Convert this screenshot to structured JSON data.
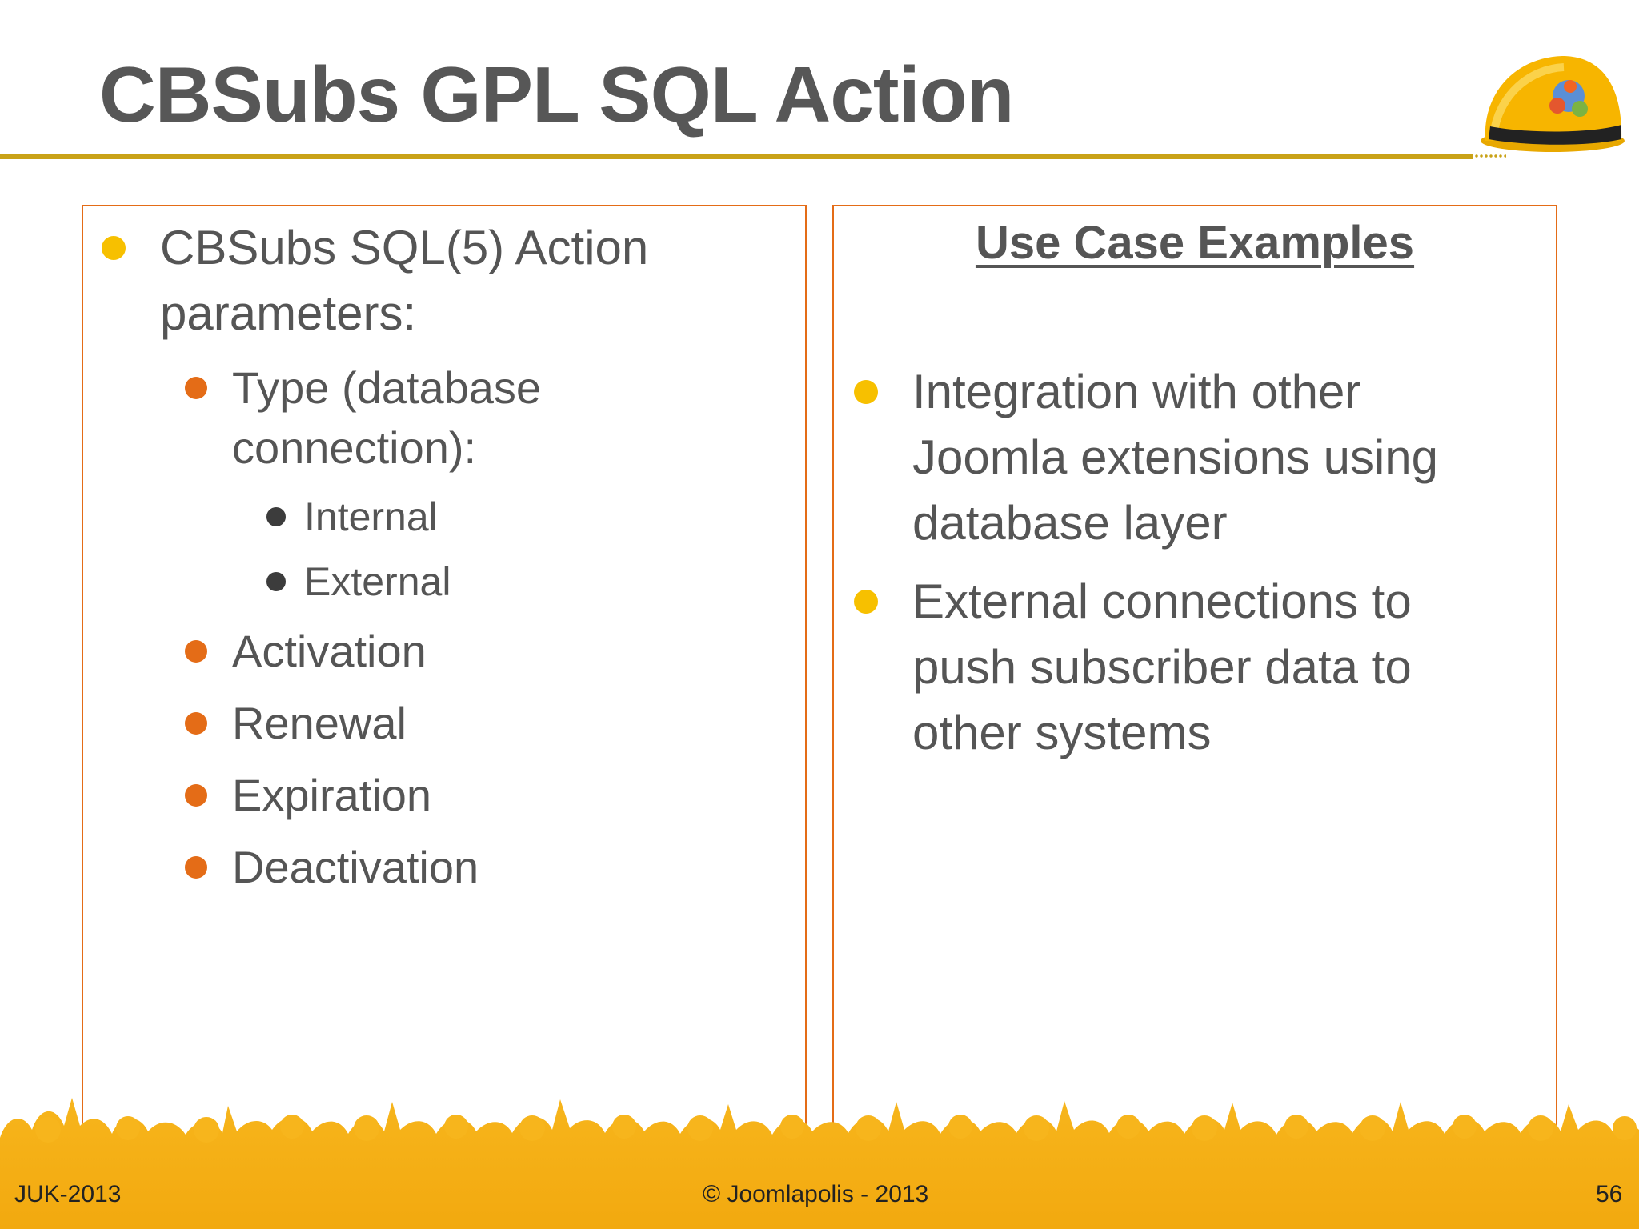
{
  "slide": {
    "title": "CBSubs GPL SQL Action"
  },
  "left_panel": {
    "item1": {
      "line1": "CBSubs SQL(5) Action",
      "line2": "parameters:"
    },
    "type_item": {
      "line1": "Type (database",
      "line2": "connection):"
    },
    "type_options": [
      "Internal",
      "External"
    ],
    "events": [
      "Activation",
      "Renewal",
      "Expiration",
      "Deactivation"
    ]
  },
  "right_panel": {
    "heading": "Use Case Examples",
    "case1": {
      "line1": "Integration with other",
      "line2": "Joomla extensions using",
      "line3": "database layer"
    },
    "case2": {
      "line1": "External connections to",
      "line2": "push subscriber data to",
      "line3": "other systems"
    }
  },
  "footer": {
    "left": "JUK-2013",
    "center": "© Joomlapolis - 2013",
    "page_number": "56"
  },
  "colors": {
    "accent_gold": "#c9a218",
    "bullet_yellow": "#f7c000",
    "bullet_orange": "#e46c17",
    "panel_border": "#e46c17",
    "crowd": "#f5b01a"
  },
  "icons": {
    "logo": "hard-hat-icon",
    "footer_art": "crowd-silhouette"
  }
}
